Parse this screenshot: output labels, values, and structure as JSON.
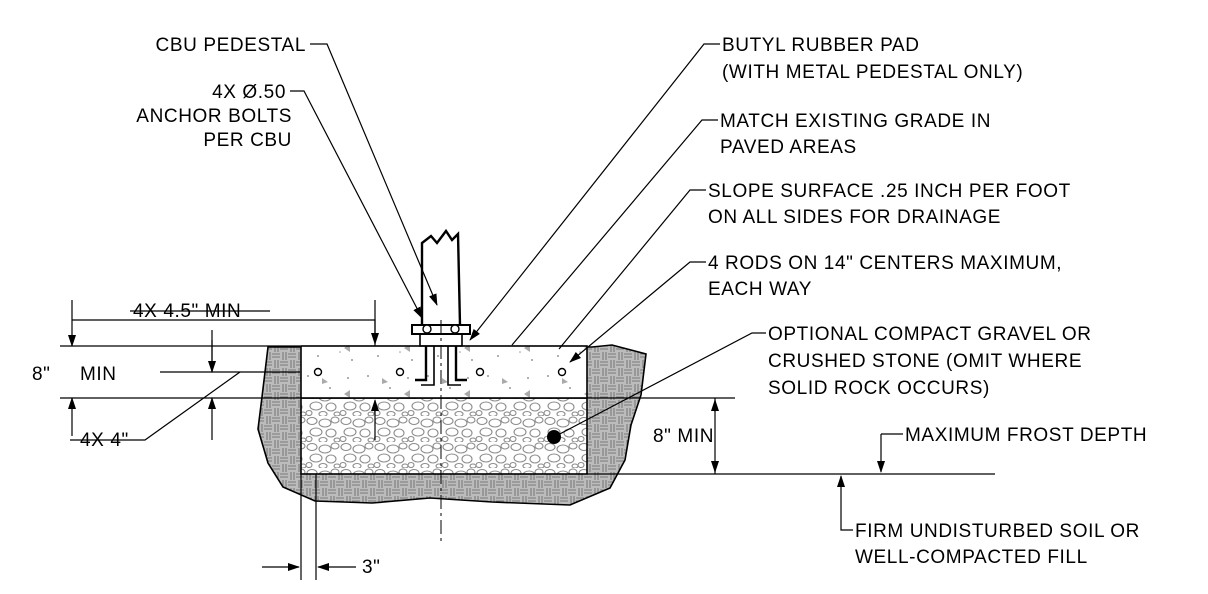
{
  "labels": {
    "cbu_pedestal": "CBU PEDESTAL",
    "anchor_bolts_1": "4X Ø.50",
    "anchor_bolts_2": "ANCHOR BOLTS",
    "anchor_bolts_3": "PER CBU",
    "butyl_pad_1": "BUTYL RUBBER PAD",
    "butyl_pad_2": "(WITH METAL PEDESTAL ONLY)",
    "match_grade_1": "MATCH EXISTING GRADE IN",
    "match_grade_2": "PAVED AREAS",
    "slope_1": "SLOPE SURFACE .25 INCH PER FOOT",
    "slope_2": "ON ALL SIDES FOR DRAINAGE",
    "rods_1": "4 RODS ON 14\" CENTERS MAXIMUM,",
    "rods_2": "EACH WAY",
    "gravel_1": "OPTIONAL COMPACT GRAVEL OR",
    "gravel_2": "CRUSHED STONE (OMIT WHERE",
    "gravel_3": "SOLID ROCK OCCURS)",
    "frost_depth": "MAXIMUM FROST DEPTH",
    "soil_1": "FIRM UNDISTURBED SOIL OR",
    "soil_2": "WELL-COMPACTED FILL"
  },
  "dimensions": {
    "min_4_5": "4X 4.5\" MIN",
    "slab_8": "8\"",
    "slab_min": "MIN",
    "x4_4": "4X 4\"",
    "gravel_8": "8\" MIN",
    "edge_3": "3\""
  },
  "colors": {
    "line": "#000000",
    "hatch": "#8a8a8a",
    "concrete_fill": "#ffffff",
    "aggregate": "#9a9a9a"
  }
}
